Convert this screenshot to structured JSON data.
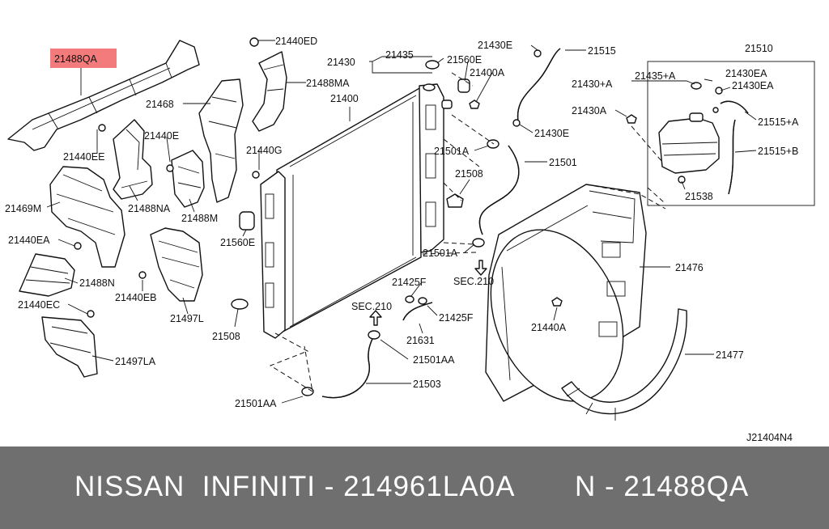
{
  "diagram": {
    "highlight_color": "#f47b7b",
    "code": "J21404N4",
    "labels": {
      "l21488QA": "21488QA",
      "l21440ED": "21440ED",
      "l21488MA": "21488MA",
      "l21468": "21468",
      "l21440E": "21440E",
      "l21440EE": "21440EE",
      "l21440G": "21440G",
      "l21469M": "21469M",
      "l21488NA": "21488NA",
      "l21488M": "21488M",
      "l21560E_a": "21560E",
      "l21440EA": "21440EA",
      "l21488N": "21488N",
      "l21440EB": "21440EB",
      "l21497L": "21497L",
      "l21508_a": "21508",
      "l21440EC": "21440EC",
      "l21497LA": "21497LA",
      "l21430": "21430",
      "l21435": "21435",
      "l21560E_b": "21560E",
      "l21400A": "21400A",
      "l21400": "21400",
      "l21430E_a": "21430E",
      "l21515": "21515",
      "l21430E_b": "21430E",
      "l21501A_a": "21501A",
      "l21501": "21501",
      "l21508_b": "21508",
      "l21501A_b": "21501A",
      "lSEC210_a": "SEC.210",
      "l21425F_a": "21425F",
      "l21425F_b": "21425F",
      "lSEC210_b": "SEC.210",
      "l21631": "21631",
      "l21501AA_a": "21501AA",
      "l21503": "21503",
      "l21501AA_b": "21501AA",
      "l21510": "21510",
      "l21430EA_a": "21430EA",
      "l21430pA": "21430+A",
      "l21435pA": "21435+A",
      "l21430EA_b": "21430EA",
      "l21430A": "21430A",
      "l21515pA": "21515+A",
      "l21515pB": "21515+B",
      "l21538": "21538",
      "l21476": "21476",
      "l21440A": "21440A",
      "l21477": "21477"
    }
  },
  "footer": {
    "brands_and_part": "NISSAN  INFINITI - 214961LA0A",
    "oem_number": "N - 21488QA"
  }
}
